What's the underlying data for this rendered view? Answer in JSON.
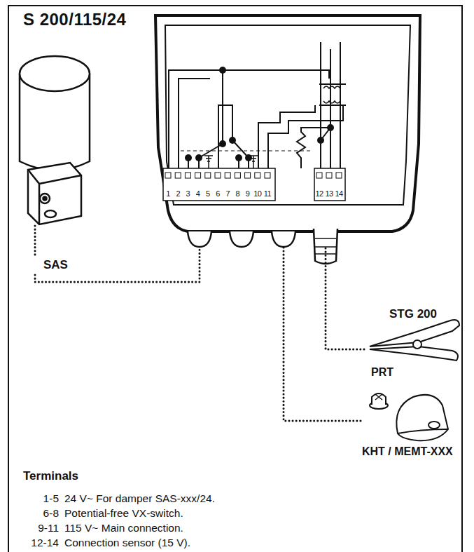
{
  "diagram": {
    "title": "S 200/115/24",
    "nodes": [
      {
        "text": [
          "1",
          "2",
          "3",
          "4",
          "5",
          "6",
          "7",
          "8",
          "9",
          "10",
          "11",
          "12",
          "13",
          "14"
        ]
      },
      {
        "text": [
          "SAS"
        ]
      },
      {
        "text": [
          "STG 200"
        ]
      },
      {
        "text": [
          "KHT / MEMT-XXX"
        ]
      }
    ],
    "edges": [
      {
        "from": 1,
        "to": 0,
        "arrow": "none"
      },
      {
        "from": 2,
        "to": 0,
        "arrow": "none"
      },
      {
        "from": 3,
        "to": 0,
        "arrow": "none"
      }
    ],
    "labels": [
      "PRT",
      "Terminals",
      "1-5",
      "24 V~ For damper SAS-xxx/24.",
      "6-8",
      "Potential-free VX-switch.",
      "9-11",
      "115 V~ Main connection.",
      "12-14",
      "Connection sensor (15 V)."
    ]
  }
}
